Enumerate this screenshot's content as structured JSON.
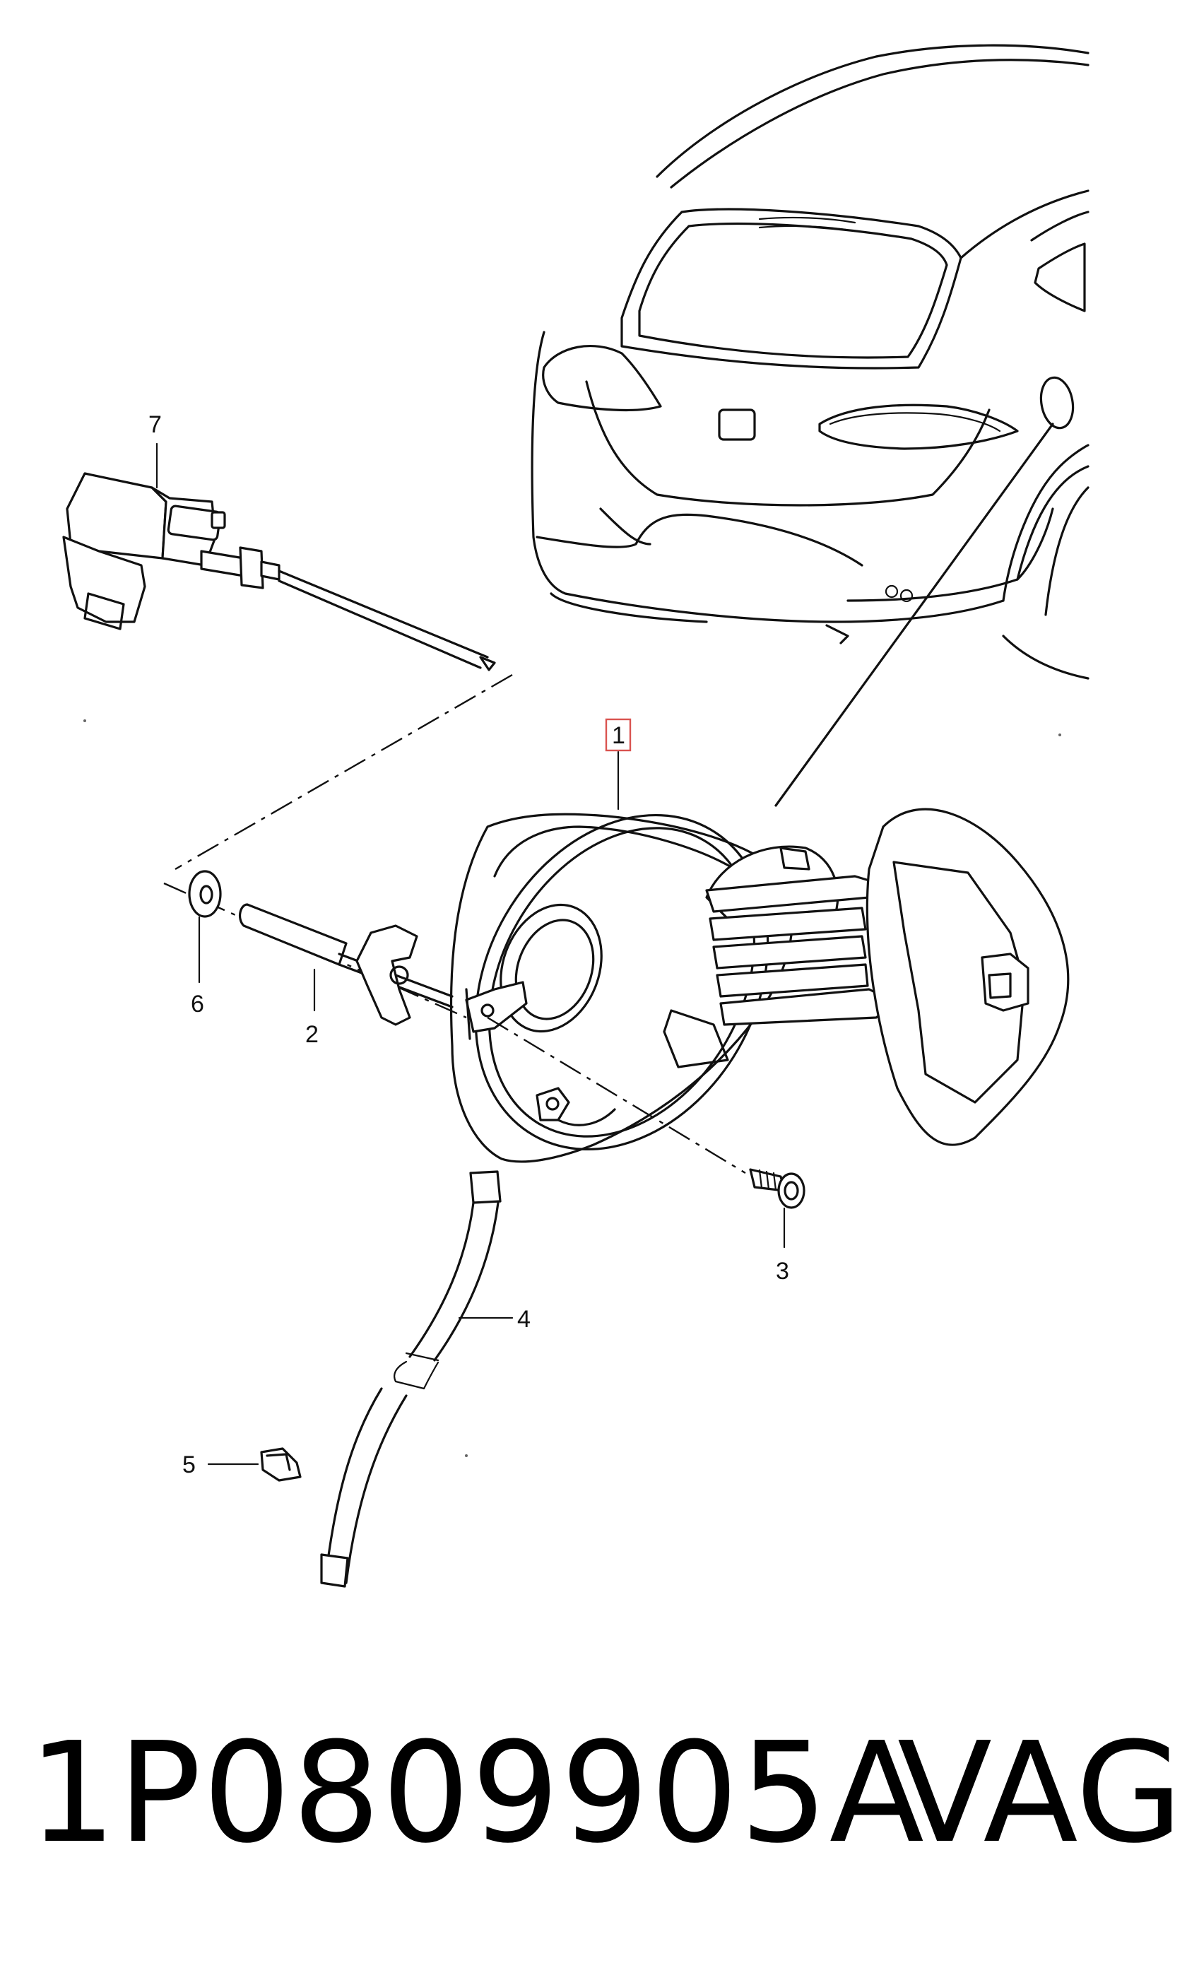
{
  "callouts": {
    "c1": "1",
    "c2": "2",
    "c3": "3",
    "c4": "4",
    "c5": "5",
    "c6": "6",
    "c7": "7"
  },
  "highlighted_callout": "1",
  "colors": {
    "line": "#111111",
    "highlight_box": "#d9534f",
    "background": "#ffffff"
  },
  "footer": {
    "part_number": "1P0809905A",
    "brand": "VAG"
  }
}
